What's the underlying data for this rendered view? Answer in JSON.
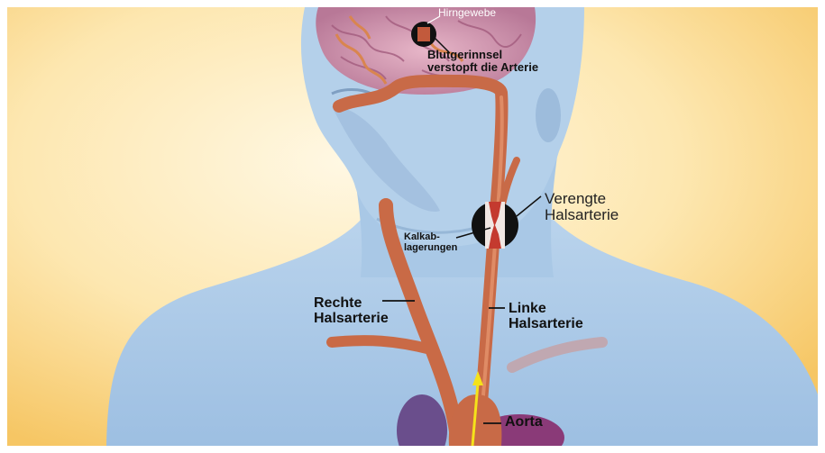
{
  "diagram": {
    "labels": {
      "hirngewebe": "Hirngewebe",
      "blutgerinnsel_line1": "Blutgerinnsel",
      "blutgerinnsel_line2": "verstopft die Arterie",
      "verengte_line1": "Verengte",
      "verengte_line2": "Halsarterie",
      "kalk_line1": "Kalkab-",
      "kalk_line2": "lagerungen",
      "rechte_line1": "Rechte",
      "rechte_line2": "Halsarterie",
      "linke_line1": "Linke",
      "linke_line2": "Halsarterie",
      "aorta": "Aorta"
    },
    "colors": {
      "background_warm": "#fbd98a",
      "background_light": "#fff6dc",
      "body_skin": "#a9c7e6",
      "artery": "#d0704c",
      "brain": "#c98fa8",
      "callout_dark": "#111111",
      "flow_arrow": "#f5e21a"
    }
  }
}
